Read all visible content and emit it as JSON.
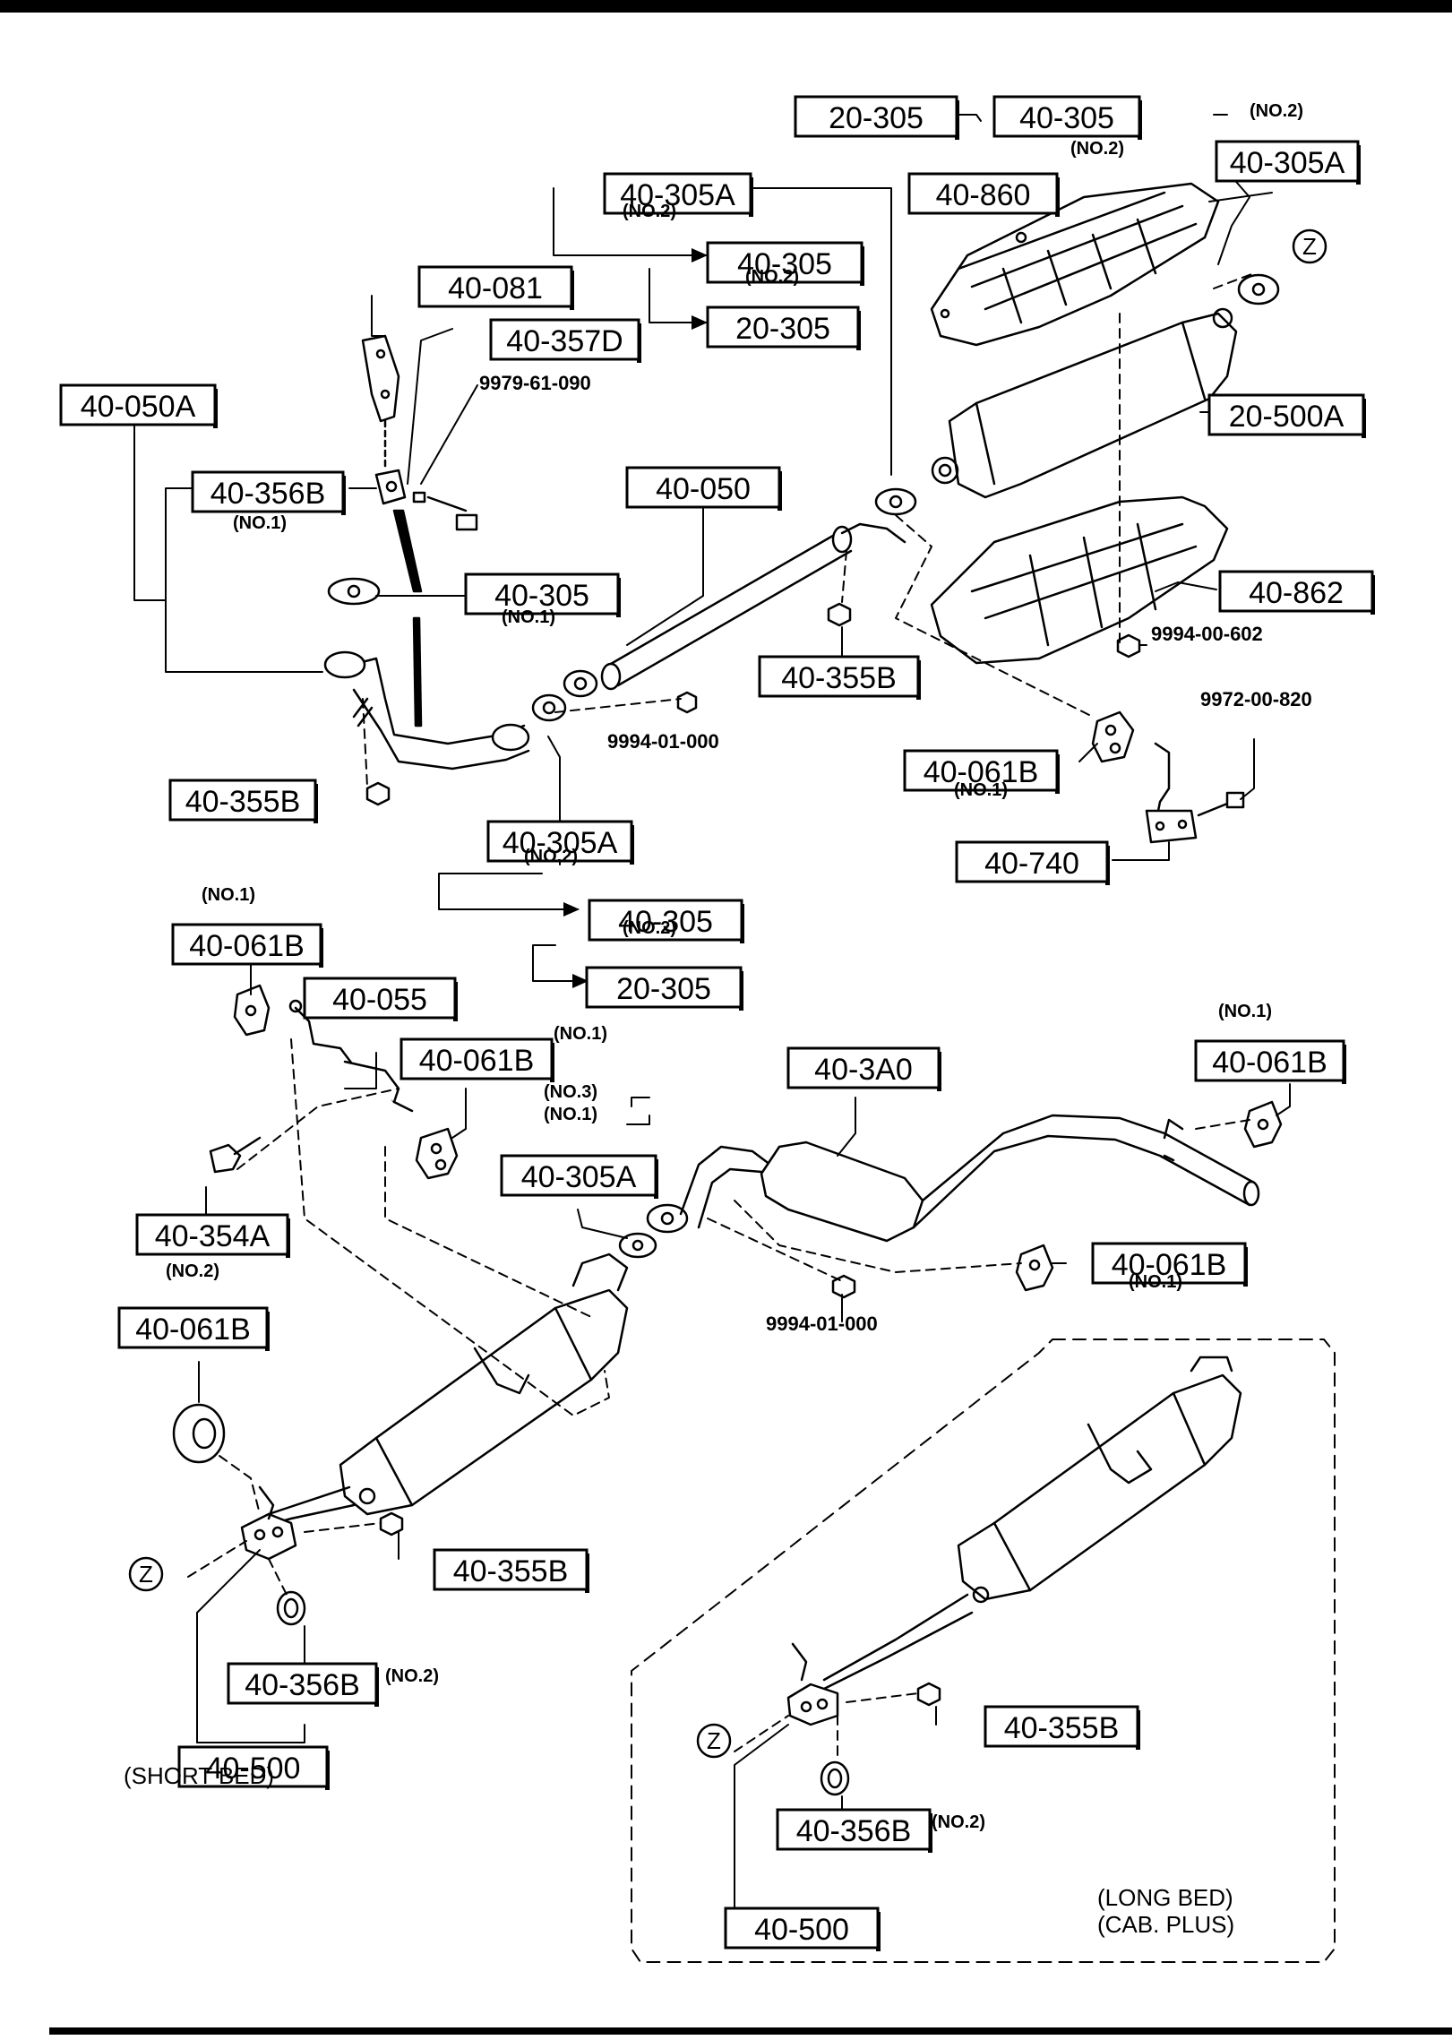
{
  "diagram": {
    "part_labels": [
      "20-305",
      "40-305",
      "40-305A",
      "40-860",
      "40-305A",
      "40-305",
      "20-305",
      "40-081",
      "40-357D",
      "40-050A",
      "40-356B",
      "40-050",
      "40-305",
      "20-500A",
      "40-862",
      "40-355B",
      "40-355B",
      "40-061B",
      "40-740",
      "40-305A",
      "40-305",
      "20-305",
      "40-061B",
      "40-055",
      "40-061B",
      "40-3A0",
      "40-061B",
      "40-305A",
      "40-354A",
      "40-061B",
      "40-061B",
      "40-355B",
      "40-356B",
      "40-500",
      "40-355B",
      "40-356B",
      "40-500"
    ],
    "notes": [
      "(NO.2)",
      "(NO.2)",
      "(NO.2)",
      "(NO.2)",
      "(NO.1)",
      "(NO.1)",
      "(NO.1)",
      "(NO.2)",
      "(NO.2)",
      "(NO.1)",
      "(NO.1)",
      "(NO.1)",
      "(NO.3)",
      "(NO.1)",
      "(NO.1)",
      "(NO.2)",
      "(NO.2)",
      "(SHORT BED)",
      "(NO.2)",
      "(LONG BED)",
      "(CAB. PLUS)"
    ],
    "bolt_codes": [
      "9979-61-090",
      "9994-00-602",
      "9972-00-820",
      "9994-01-000",
      "9994-01-000"
    ],
    "reference_marks": [
      "Z",
      "Z",
      "Z"
    ]
  }
}
